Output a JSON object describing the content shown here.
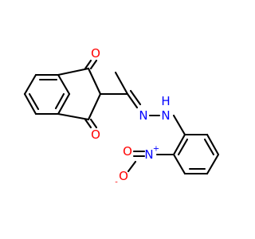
{
  "colors": {
    "carbon": "#000000",
    "oxygen": "#ff0000",
    "nitrogen": "#0000ff",
    "background": "#ffffff"
  },
  "labels": {
    "o_top": "O",
    "o_bottom": "O",
    "n_hydrazone": "N",
    "n_hydrazone_nh": "N",
    "h_nh": "H",
    "n_nitro": "N",
    "o_nitro_right": "O",
    "o_nitro_left": "O",
    "charge_plus": "+",
    "charge_minus": "-"
  }
}
